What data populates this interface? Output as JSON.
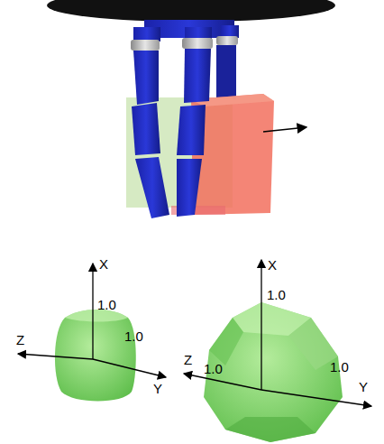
{
  "diagram": {
    "labels": [
      "X",
      "1.0",
      "Z",
      "1.0",
      "Y",
      "X",
      "1.0",
      "Z",
      "1.0",
      "1.0",
      "Y"
    ]
  }
}
